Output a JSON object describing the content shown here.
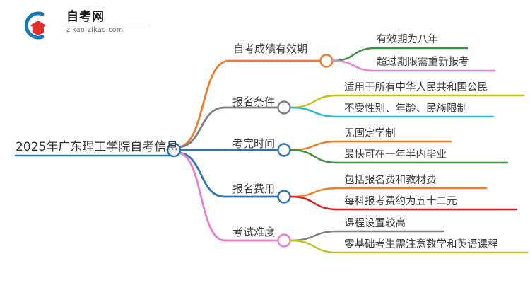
{
  "logo": {
    "name": "zikao-logo",
    "title": "自考网",
    "subtitle": "zikao-zikao.com",
    "mark_blue": "#1878b9",
    "mark_red": "#e0312e"
  },
  "mindmap": {
    "root": {
      "label": "2025年广东理工学院自考信息",
      "color": "#2e75b6",
      "node_color": "#2e75b6"
    },
    "branches": [
      {
        "label": "自考成绩有效期",
        "color": "#ed7d31",
        "node_color": "#ed7d31",
        "children": [
          {
            "label": "有效期为八年",
            "color": "#3d9140"
          },
          {
            "label": "超过期限需重新报考",
            "color": "#e87fd0"
          }
        ]
      },
      {
        "label": "报名条件",
        "color": "#808080",
        "node_color": "#808080",
        "children": [
          {
            "label": "适用于所有中华人民共和国公民",
            "color": "#c4c01a"
          },
          {
            "label": "不受性别、年龄、民族限制",
            "color": "#20bcd8"
          }
        ]
      },
      {
        "label": "考完时间",
        "color": "#2e75b6",
        "node_color": "#2e75b6",
        "children": [
          {
            "label": "无固定学制",
            "color": "#ef7d22"
          },
          {
            "label": "最快可在一年半内毕业",
            "color": "#3d9140"
          }
        ]
      },
      {
        "label": "报名费用",
        "color": "#2e75b6",
        "node_color": "#2e75b6",
        "children": [
          {
            "label": "包括报名费和教材费",
            "color": "#ef7d22"
          },
          {
            "label": "每科报考费约为五十二元",
            "color": "#e01b1b"
          }
        ]
      },
      {
        "label": "考试难度",
        "color": "#e87fd0",
        "node_color": "#e87fd0",
        "children": [
          {
            "label": "课程设置较高",
            "color": "#808080"
          },
          {
            "label": "零基础考生需注意数学和英语课程",
            "color": "#c4c01a"
          }
        ]
      }
    ]
  }
}
